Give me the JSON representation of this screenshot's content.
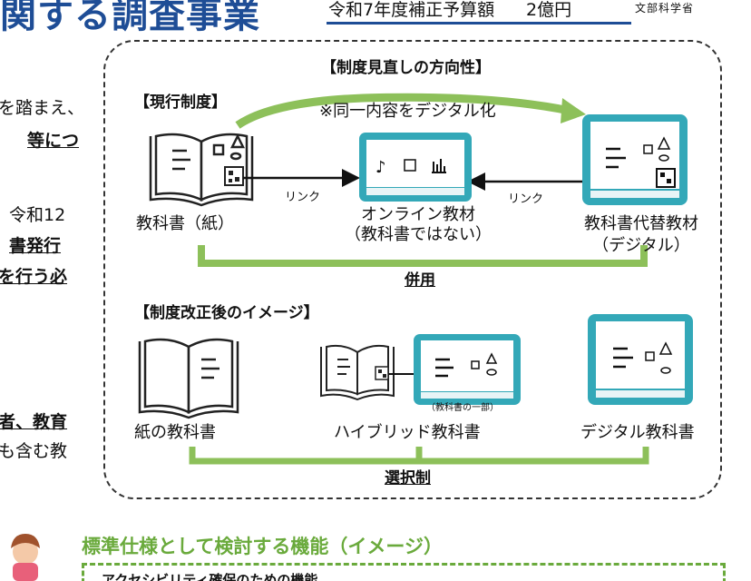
{
  "header": {
    "title": "関する調査事業",
    "budget_label": "令和7年度補正予算額",
    "budget_amount": "2億円",
    "ministry": "文部科学省"
  },
  "left_text": {
    "line1": "を踏まえ、",
    "line2": "等につ",
    "line3": "令和12",
    "line4": "書発行",
    "line5": "を行う必",
    "line6": "者、教育",
    "line7": "も含む教"
  },
  "diagram": {
    "title": "【制度見直しの方向性】",
    "current": {
      "heading": "【現行制度】",
      "digitize_note": "※同一内容をデジタル化",
      "paper_textbook": "教科書（紙）",
      "link_left": "リンク",
      "link_right": "リンク",
      "online_material_line1": "オンライン教材",
      "online_material_line2": "（教科書ではない）",
      "substitute_line1": "教科書代替教材",
      "substitute_line2": "（デジタル）",
      "combined_use": "併用"
    },
    "reformed": {
      "heading": "【制度改正後のイメージ】",
      "paper_textbook": "紙の教科書",
      "part_of_textbook": "（教科書の一部）",
      "hybrid_textbook": "ハイブリッド教科書",
      "digital_textbook": "デジタル教科書",
      "selection_system": "選択制"
    }
  },
  "bottom": {
    "title": "標準仕様として検討する機能（イメージ）",
    "item1": "アクセシビリティ確保のための機能"
  },
  "colors": {
    "header_blue": "#1e4d96",
    "green": "#8dc05a",
    "tablet_teal": "#33a8b8"
  }
}
